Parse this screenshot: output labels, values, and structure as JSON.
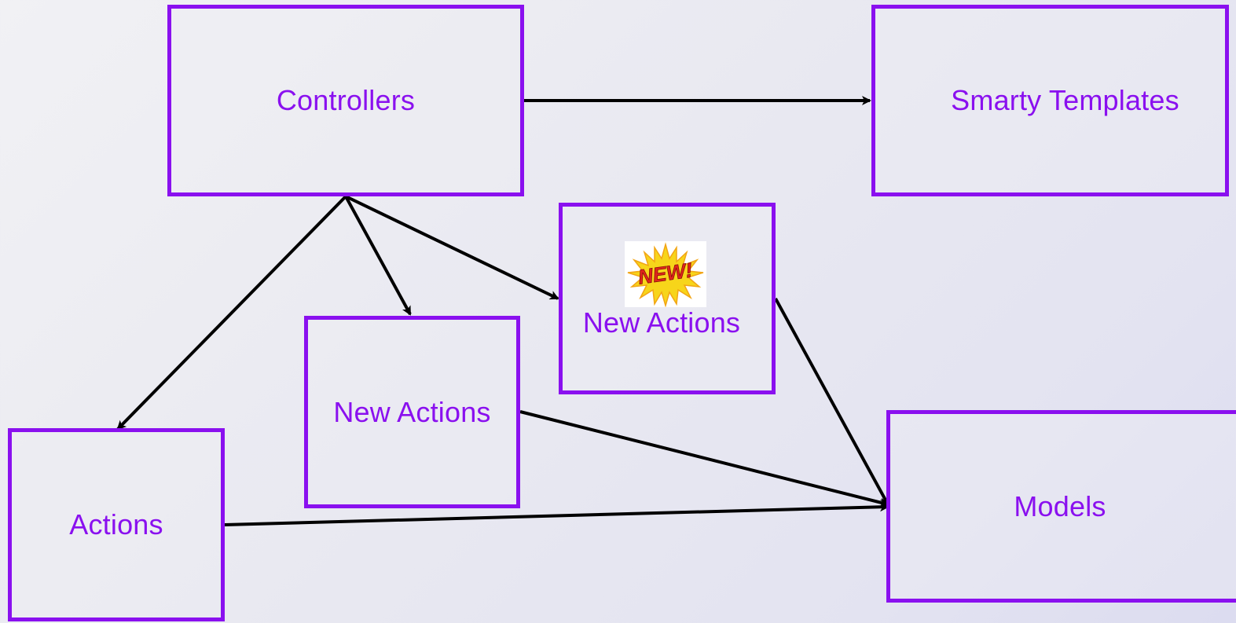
{
  "nodes": {
    "controllers": "Controllers",
    "smarty_templates": "Smarty Templates",
    "new_actions_badge": "New Actions",
    "new_actions": "New Actions",
    "actions": "Actions",
    "models": "Models"
  },
  "badge": {
    "text": "NEW!",
    "icon": "new-starburst-icon"
  },
  "colors": {
    "box_border": "#8a10ef",
    "label": "#8a10ef",
    "arrow": "#000000",
    "badge_burst": "#f7d51a",
    "badge_text": "#e0261b"
  }
}
